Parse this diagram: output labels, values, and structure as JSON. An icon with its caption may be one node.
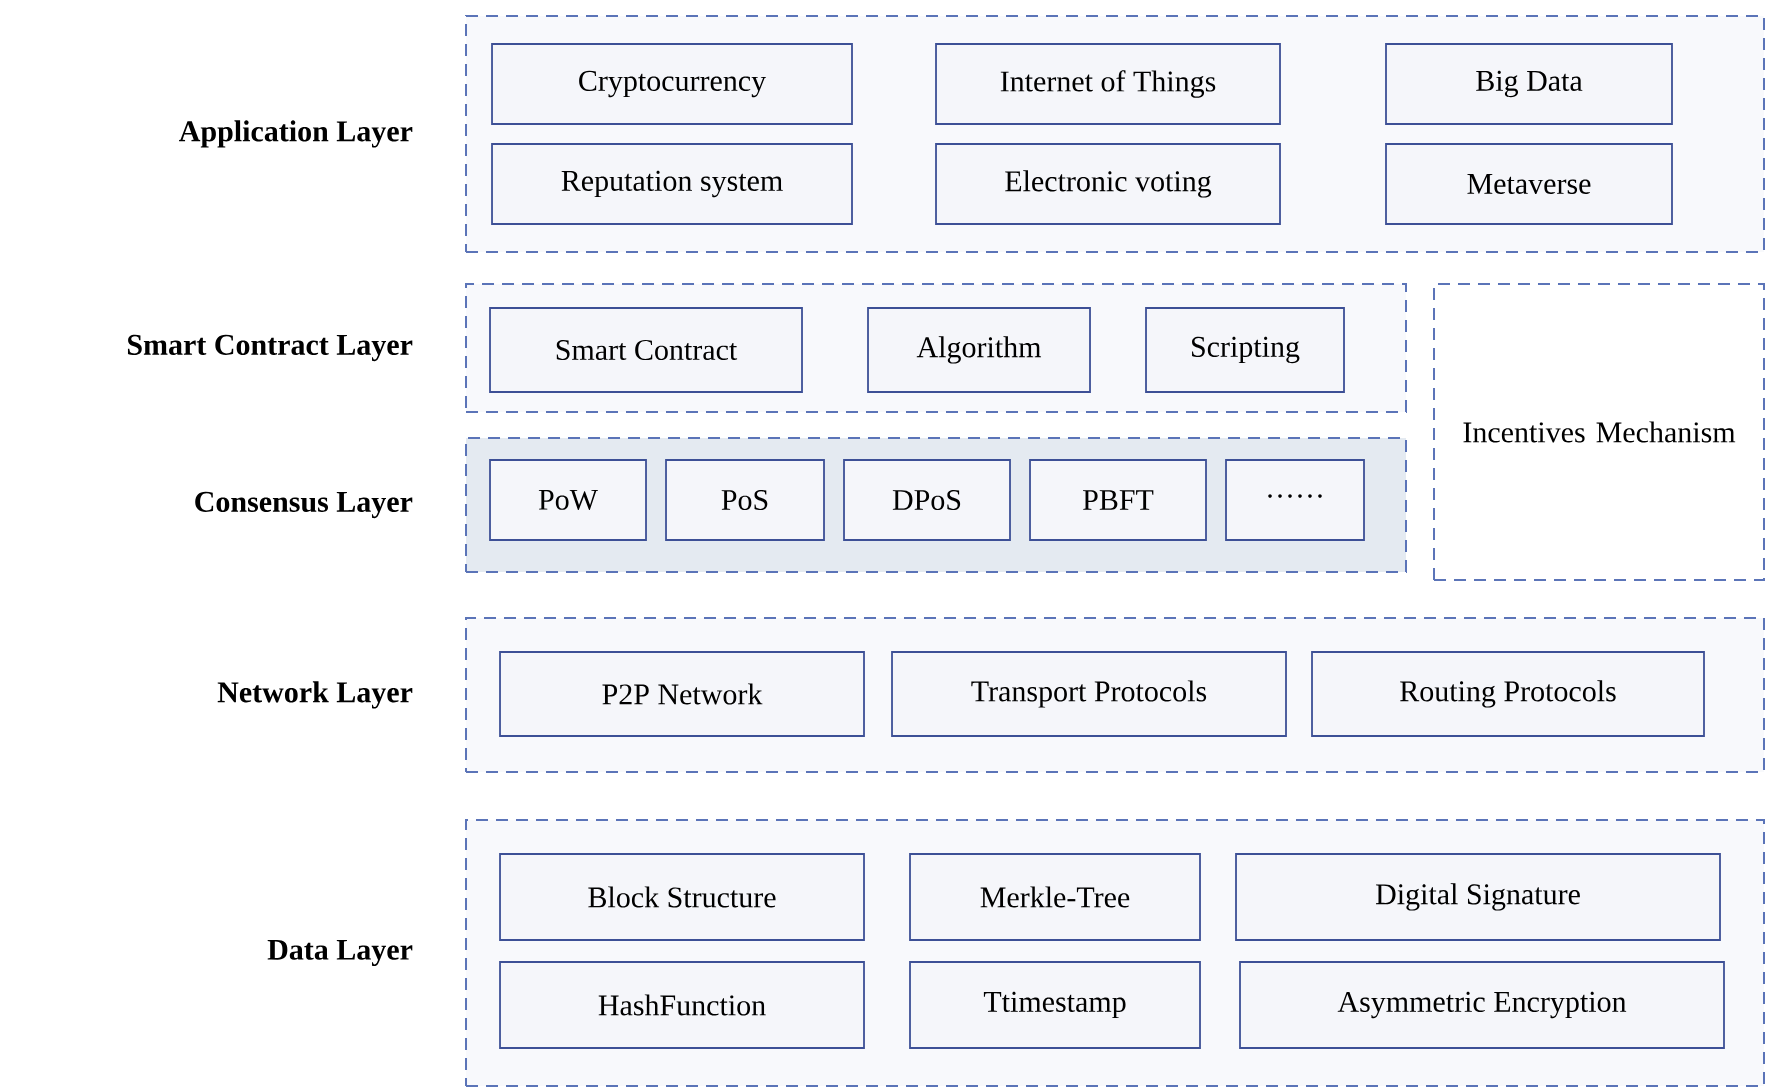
{
  "diagram": {
    "nodes": [
      {
        "text": [
          "Application Layer"
        ]
      },
      {
        "text": [
          "Cryptocurrency"
        ],
        "in": 0
      },
      {
        "text": [
          "Internet of Things"
        ],
        "in": 0
      },
      {
        "text": [
          "Big Data"
        ],
        "in": 0
      },
      {
        "text": [
          "Reputation system"
        ],
        "in": 0
      },
      {
        "text": [
          "Electronic voting"
        ],
        "in": 0
      },
      {
        "text": [
          "Metaverse"
        ],
        "in": 0
      },
      {
        "text": [
          "Smart Contract Layer"
        ]
      },
      {
        "text": [
          "Smart Contract"
        ],
        "in": 7
      },
      {
        "text": [
          "Algorithm"
        ],
        "in": 7
      },
      {
        "text": [
          "Scripting"
        ],
        "in": 7
      },
      {
        "text": [
          "Consensus Layer"
        ]
      },
      {
        "text": [
          "PoW"
        ],
        "in": 11
      },
      {
        "text": [
          "PoS"
        ],
        "in": 11
      },
      {
        "text": [
          "DPoS"
        ],
        "in": 11
      },
      {
        "text": [
          "PBFT"
        ],
        "in": 11
      },
      {
        "text": [
          "······"
        ],
        "in": 11
      },
      {
        "text": [
          "Incentives Mechanism"
        ]
      },
      {
        "text": [
          "Network Layer"
        ]
      },
      {
        "text": [
          "P2P Network"
        ],
        "in": 18
      },
      {
        "text": [
          "Transport Protocols"
        ],
        "in": 18
      },
      {
        "text": [
          "Routing Protocols"
        ],
        "in": 18
      },
      {
        "text": [
          "Data Layer"
        ]
      },
      {
        "text": [
          "Block Structure"
        ],
        "in": 22
      },
      {
        "text": [
          "Merkle-Tree"
        ],
        "in": 22
      },
      {
        "text": [
          "Digital Signature"
        ],
        "in": 22
      },
      {
        "text": [
          "HashFunction"
        ],
        "in": 22
      },
      {
        "text": [
          "Ttimestamp"
        ],
        "in": 22
      },
      {
        "text": [
          "Asymmetric Encryption"
        ],
        "in": 22
      }
    ]
  }
}
